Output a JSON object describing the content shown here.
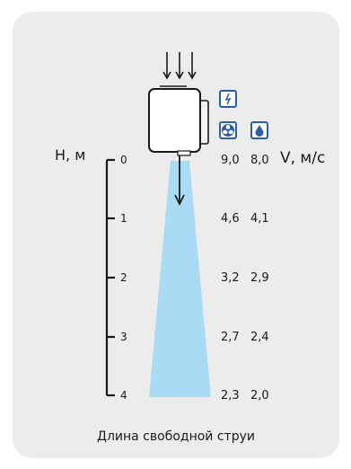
{
  "axis": {
    "label": "H, м",
    "ticks": [
      "0",
      "1",
      "2",
      "3",
      "4"
    ]
  },
  "velocity": {
    "label": "V, м/с",
    "col1": [
      "9,0",
      "4,6",
      "3,2",
      "2,7",
      "2,3"
    ],
    "col2": [
      "8,0",
      "4,1",
      "2,9",
      "2,4",
      "2,0"
    ]
  },
  "caption": "Длина свободной струи",
  "icons": [
    "lightning-icon",
    "fan-icon",
    "water-drop-icon"
  ],
  "colors": {
    "background": "#ececec",
    "jet": "#a9dcf4",
    "icon_blue": "#2a5ea8",
    "text": "#1a1a1a"
  }
}
